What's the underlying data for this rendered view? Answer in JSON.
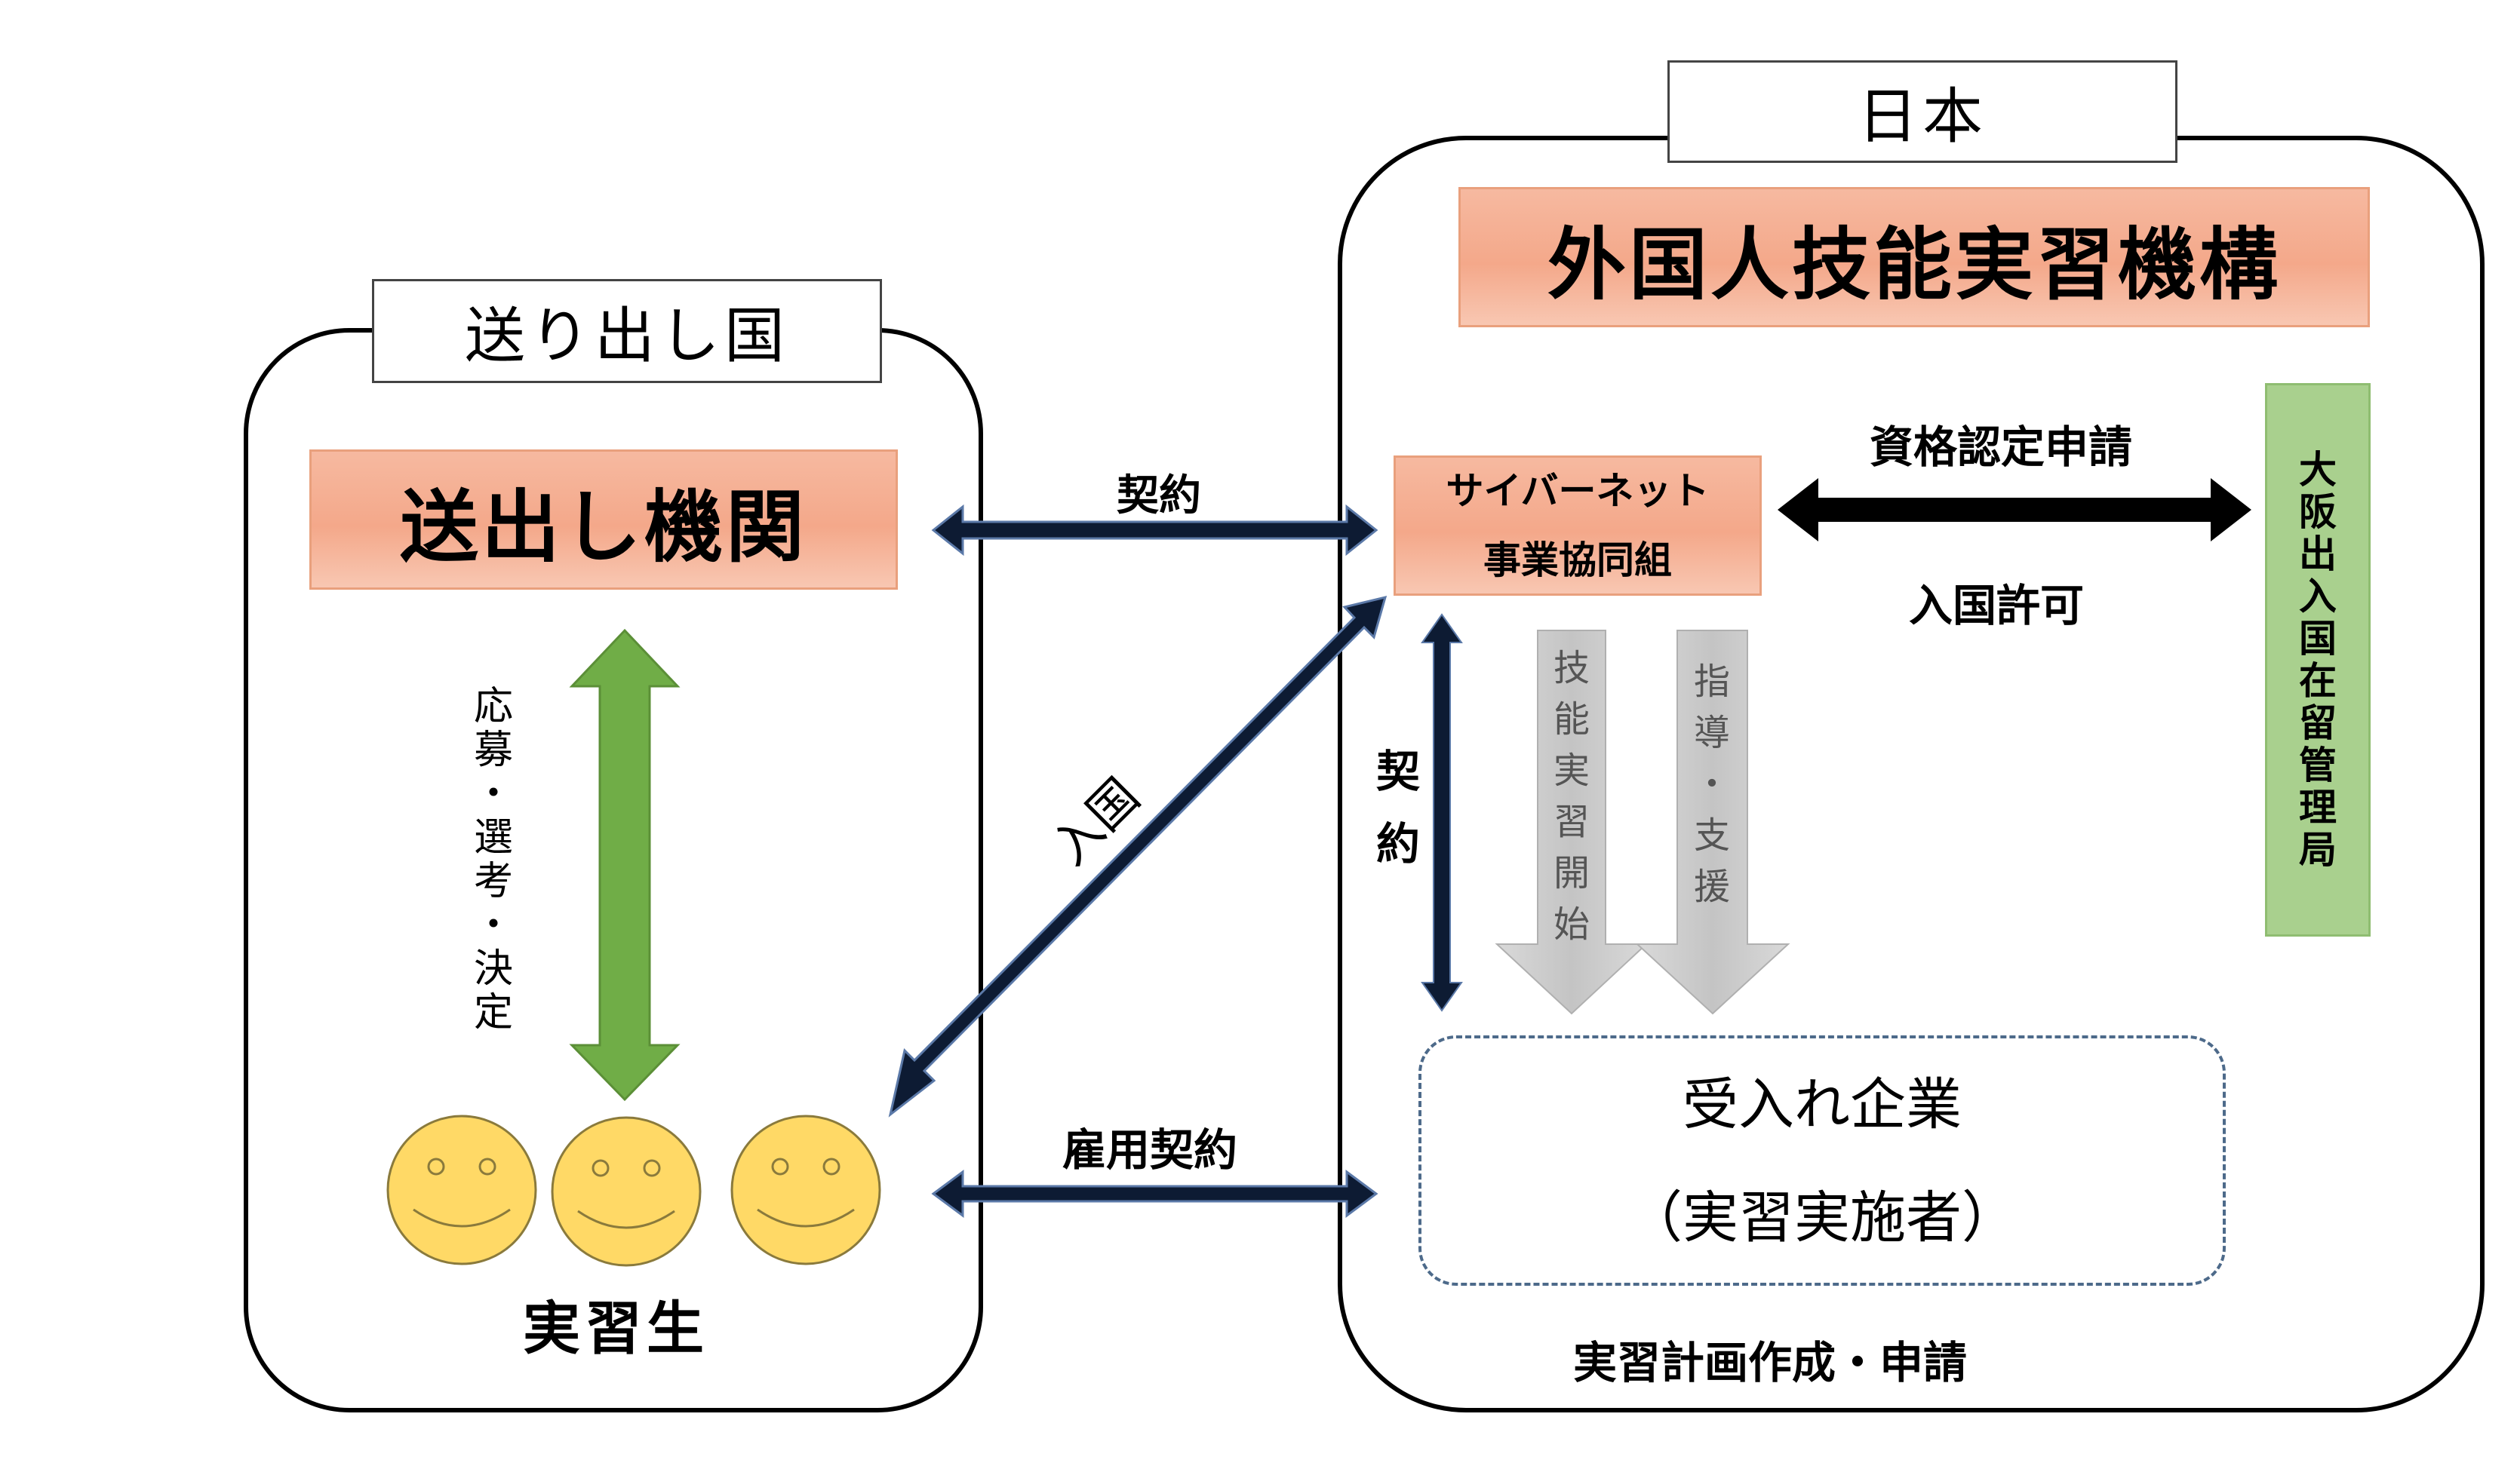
{
  "sending_country": {
    "label": "送り出し国",
    "agency": "送出し機関",
    "recruit_label": [
      "応",
      "募",
      "・",
      "選",
      "考",
      "・",
      "決",
      "定"
    ],
    "trainees_label": "実習生"
  },
  "japan": {
    "label": "日本",
    "otit": "外国人技能実習機構",
    "union_line1": "サイバーネット",
    "union_line2": "事業協同組",
    "immigration_office": [
      "大",
      "阪",
      "出",
      "入",
      "国",
      "在",
      "留",
      "管",
      "理",
      "局"
    ],
    "company_line1": "受入れ企業",
    "company_line2": "（実習実施者）",
    "plan_label": "実習計画作成・申請"
  },
  "relations": {
    "contract_top": "契約",
    "qualification": "資格認定申請",
    "entry_permit": "入国許可",
    "entry": "入国",
    "contract_vertical": [
      "契",
      "約"
    ],
    "training_start": [
      "技",
      "能",
      "実",
      "習",
      "開",
      "始"
    ],
    "guidance": [
      "指",
      "導",
      "・",
      "支",
      "援"
    ],
    "employment_contract": "雇用契約"
  },
  "colors": {
    "salmon": "#f4a88a",
    "green_arrow": "#70ad47",
    "green_box": "#a9d08e",
    "navy_arrow": "#0d1b33",
    "face": "#ffd966",
    "gray_arrow": "#bfbfbf"
  }
}
